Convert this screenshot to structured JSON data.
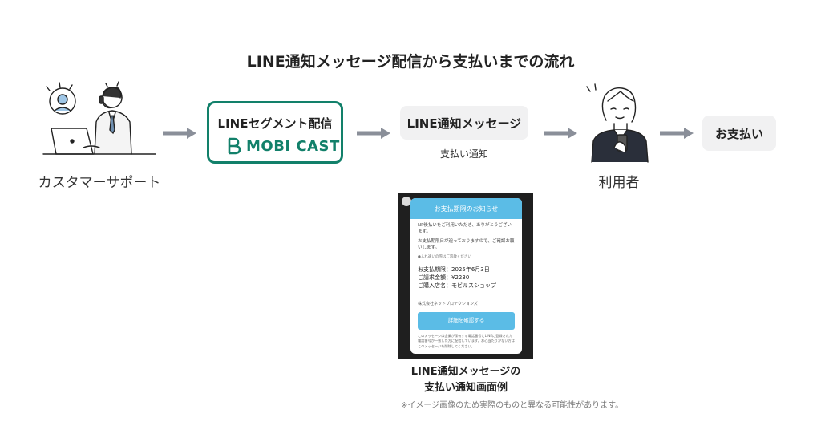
{
  "title": "LINE通知メッセージ配信から支払いまでの流れ",
  "steps": {
    "support": {
      "label": "カスタマーサポート"
    },
    "segment": {
      "title": "LINEセグメント配信",
      "brand": "MOBI CAST"
    },
    "message": {
      "title": "LINE通知メッセージ",
      "sub": "支払い通知"
    },
    "user": {
      "label": "利用者"
    },
    "payment": {
      "label": "お支払い"
    }
  },
  "phone": {
    "header": "お支払期限のお知らせ",
    "p1": "NP後払いをご利用いただき、ありがとうございます。",
    "p2": "お支払期限日が迫っておりますので、ご確認お願いします。",
    "note": "●入れ違いの際はご容赦ください",
    "due": "お支払期限：2025年6月3日",
    "amount": "ご請求金額：¥2230",
    "store": "ご購入店名：モビルスショップ",
    "company": "株式会社ネットプロテクションズ",
    "button": "詳細を確認する",
    "footer": "このメッセージは企業が保有する電話番号とLINEに登録された電話番号が一致した方に配信しています。お心当たりがない方はこのメッセージを削除してください。"
  },
  "caption": {
    "line1": "LINE通知メッセージの",
    "line2": "支払い通知画面例"
  },
  "footnote": "※イメージ画像のため実際のものと異なる可能性があります。",
  "colors": {
    "brand": "#12806a",
    "arrow": "#8a8f99",
    "accent_blue": "#5bbce6"
  }
}
